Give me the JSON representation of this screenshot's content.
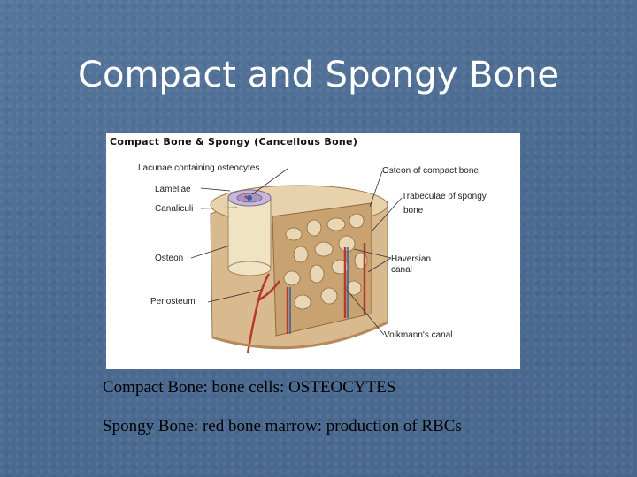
{
  "slide": {
    "title": "Compact and Spongy Bone"
  },
  "figure": {
    "title": "Compact Bone & Spongy (Cancellous Bone)",
    "labels_left": {
      "lacunae": "Lacunae containing osteocytes",
      "lamellae": "Lamellae",
      "canaliculi": "Canaliculi",
      "osteon": "Osteon",
      "periosteum": "Periosteum"
    },
    "labels_right": {
      "osteon_compact": "Osteon of compact bone",
      "trabeculae_line1": "Trabeculae of spongy",
      "trabeculae_line2": "bone",
      "havers_line1": "Haversian",
      "havers_line2": "canal",
      "volkmann": "Volkmann's canal"
    }
  },
  "captions": {
    "compact": "Compact Bone:  bone cells: OSTEOCYTES",
    "spongy": "Spongy Bone:  red bone marrow:  production of RBCs"
  }
}
